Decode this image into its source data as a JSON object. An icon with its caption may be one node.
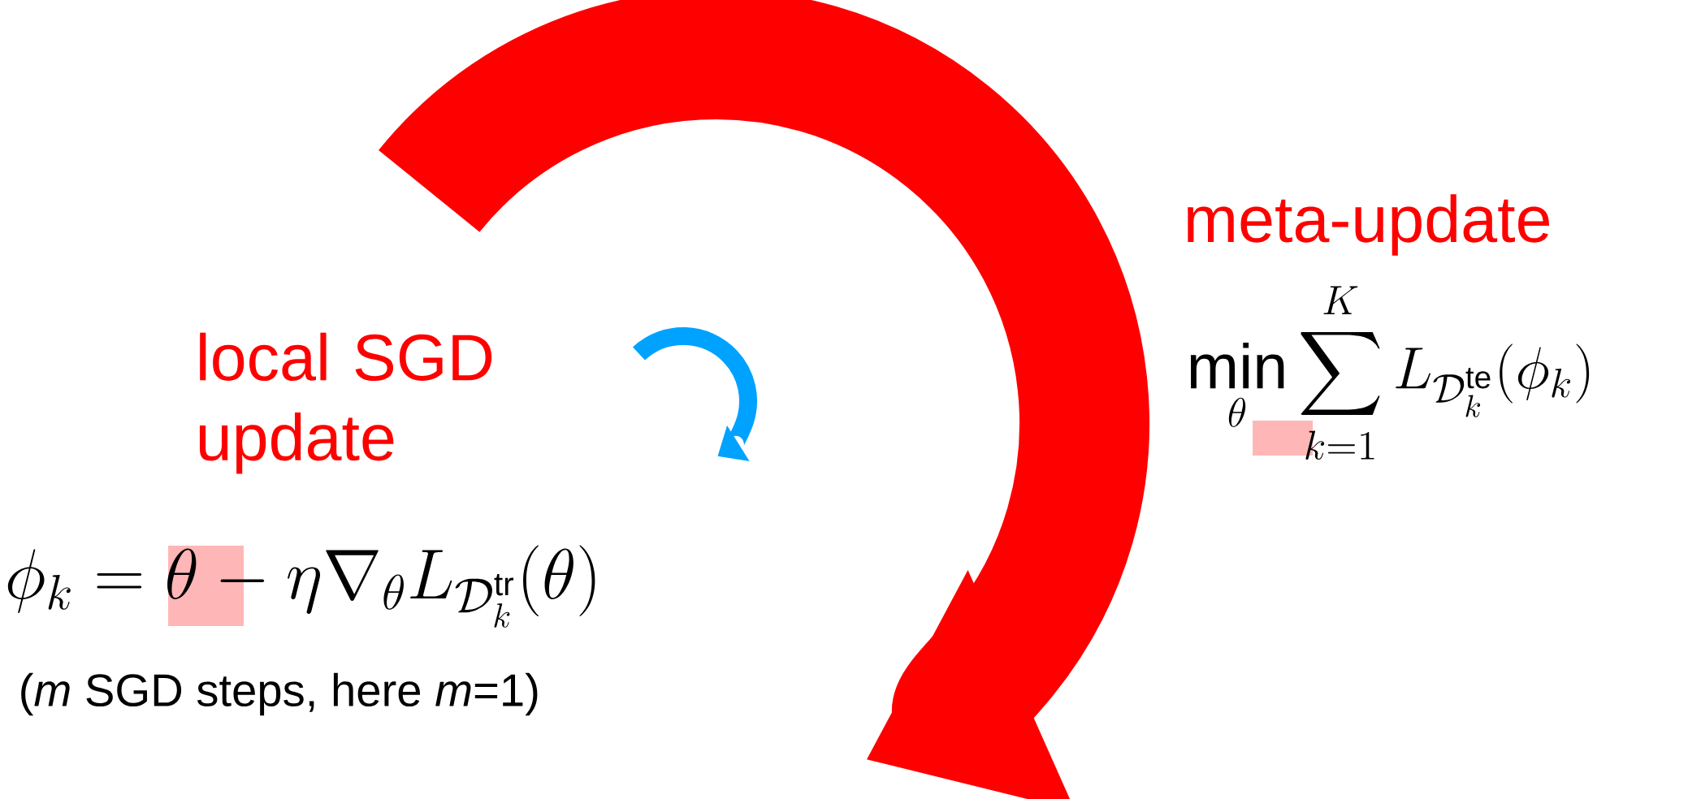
{
  "diagram": {
    "labels": [
      "meta-update",
      "local SGD update",
      "\\min_{\\theta}\\sum_{k=1}^{K} L_{\\mathcal{D}_k^{\\mathrm{te}}}(\\phi_k)",
      "\\phi_k = \\theta - \\eta\\nabla_\\theta L_{\\mathcal{D}_k^{\\mathrm{tr}}}(\\theta)",
      "(*m* SGD steps, here *m*=1)"
    ]
  }
}
